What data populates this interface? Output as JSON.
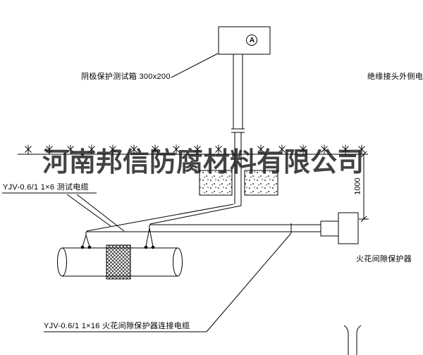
{
  "watermark": "河南邦信防腐材料有限公司",
  "labels": {
    "test_box": "阴极保护测试箱 300x200",
    "insulation_joint_cable": "绝缘接头外侧电缆",
    "test_cable": "YJV-0.6/1  1×6  测试电缆",
    "spark_gap_protector": "火花间隙保护器",
    "protector_cable": "YJV-0.6/1  1×16  火花间隙保护器连接电缆",
    "dimension_depth": "1000",
    "ammeter": "A"
  },
  "colors": {
    "line": "#000000",
    "background": "#ffffff",
    "watermark": "#1a1a1a"
  }
}
